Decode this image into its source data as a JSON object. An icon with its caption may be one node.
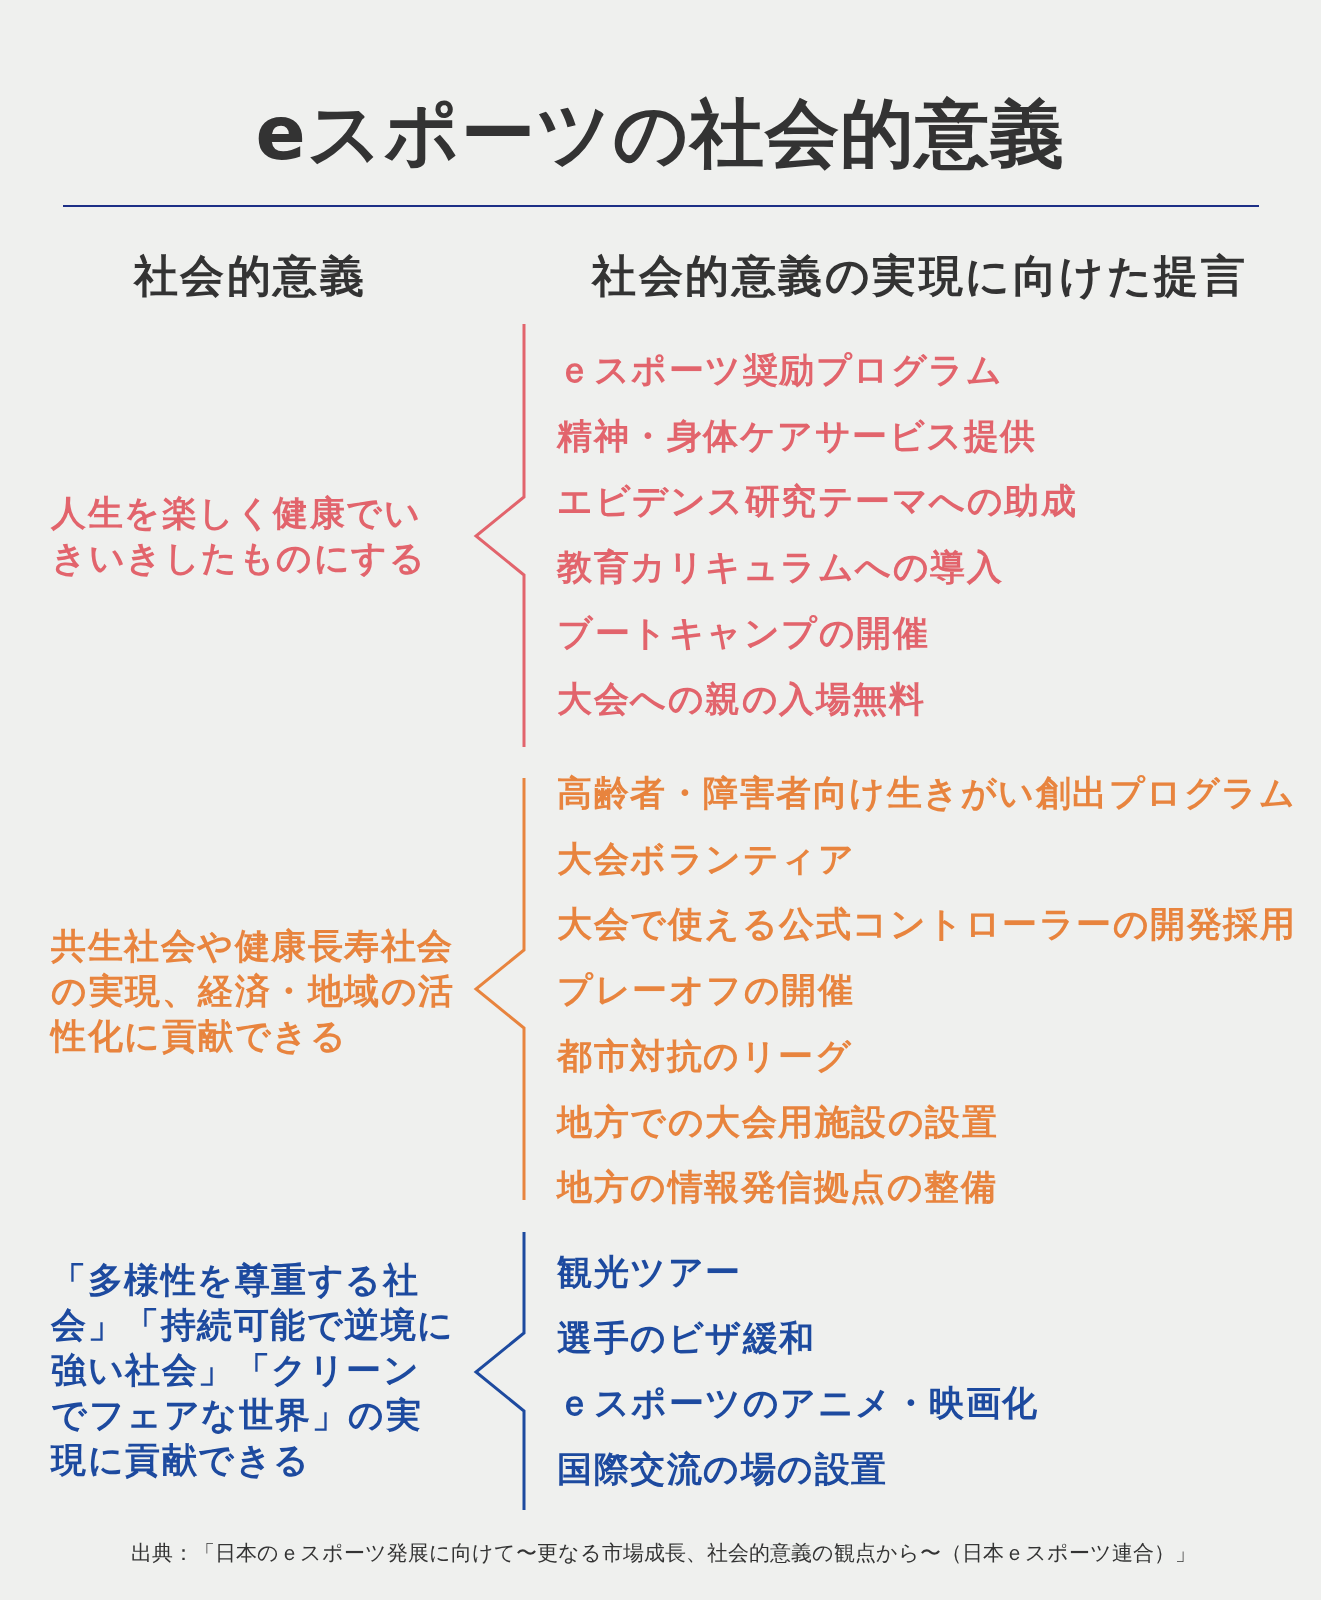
{
  "diagram": {
    "title": "eスポーツの社会的意義",
    "labels": [
      "社会的意義",
      "社会的意義の実現に向けた提言",
      "人生を楽しく健康でいきいきしたものにする",
      "ｅスポーツ奨励プログラム",
      "精神・身体ケアサービス提供",
      "エビデンス研究テーマへの助成",
      "教育カリキュラムへの導入",
      "ブートキャンプの開催",
      "大会への親の入場無料",
      "共生社会や健康長寿社会の実現、経済・地域の活性化に貢献できる",
      "高齢者・障害者向け生きがい創出プログラム",
      "大会ボランティア",
      "大会で使える公式コントローラーの開発採用",
      "プレーオフの開催",
      "都市対抗のリーグ",
      "地方での大会用施設の設置",
      "地方の情報発信拠点の整備",
      "「多様性を尊重する社会」「持続可能で逆境に強い社会」「クリーンでフェアな世界」の実現に貢献できる",
      "観光ツアー",
      "選手のビザ緩和",
      "ｅスポーツのアニメ・映画化",
      "国際交流の場の設置"
    ],
    "caption": "出典：「日本のｅスポーツ発展に向けて〜更なる市場成長、社会的意義の観点から〜（日本ｅスポーツ連合）」"
  }
}
